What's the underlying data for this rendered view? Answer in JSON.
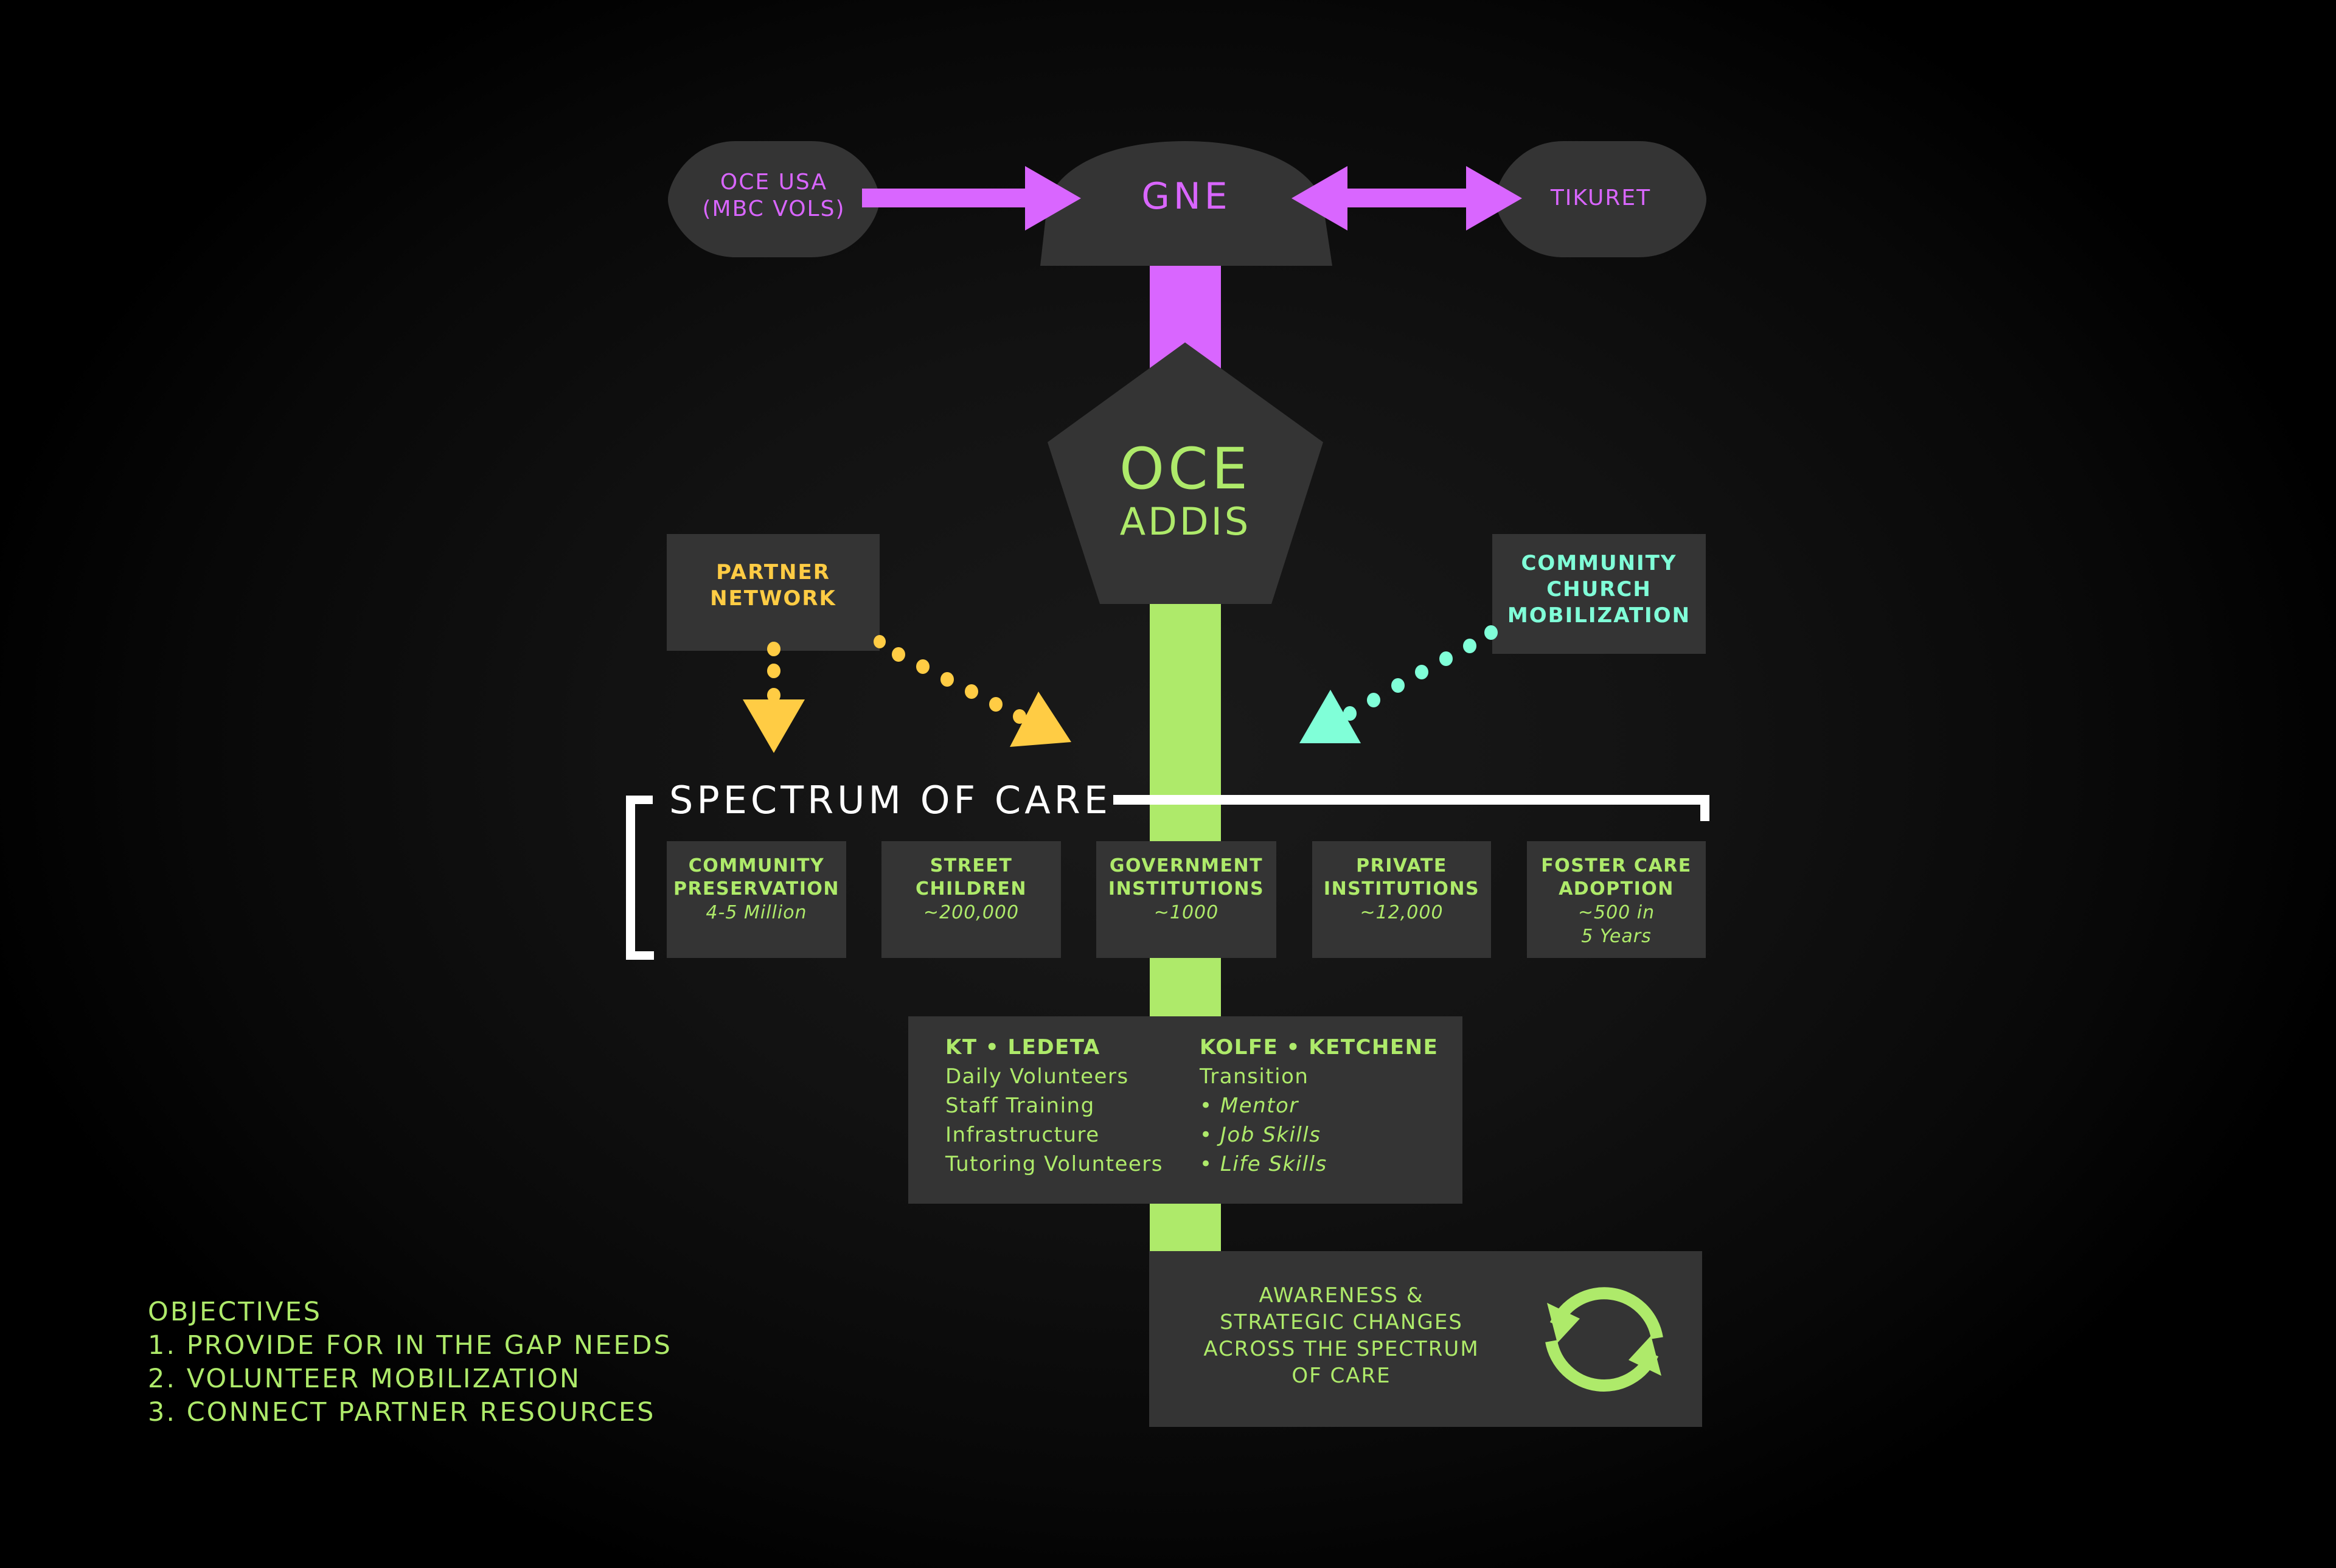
{
  "colors": {
    "background": "#121212",
    "box": "#343434",
    "purple": "#d966ff",
    "green": "#aeea6a",
    "yellow": "#ffcc44",
    "teal": "#80ffd8",
    "white": "#ffffff"
  },
  "top_row": {
    "oce_usa": {
      "line1": "OCE USA",
      "line2": "(MBC VOLS)"
    },
    "gne": {
      "label": "GNE"
    },
    "tikuret": {
      "label": "TIKURET"
    },
    "arrows": [
      {
        "from": "OCE USA",
        "to": "GNE",
        "direction": "one-way"
      },
      {
        "from": "GNE",
        "to": "TIKURET",
        "direction": "two-way"
      },
      {
        "from": "GNE",
        "to": "OCE ADDIS",
        "direction": "connector"
      }
    ]
  },
  "hub": {
    "line1": "OCE",
    "line2": "ADDIS"
  },
  "partner_network": {
    "line1": "PARTNER",
    "line2": "NETWORK",
    "icon": "dotted-arrow-triangle"
  },
  "community_church": {
    "line1": "COMMUNITY",
    "line2": "CHURCH",
    "line3": "MOBILIZATION",
    "icon": "dotted-arrow-triangle"
  },
  "spectrum": {
    "title": "SPECTRUM OF CARE",
    "cards": [
      {
        "line1": "COMMUNITY",
        "line2": "PRESERVATION",
        "value1": "4-5 Million",
        "value2": ""
      },
      {
        "line1": "STREET",
        "line2": "CHILDREN",
        "value1": "~200,000",
        "value2": ""
      },
      {
        "line1": "GOVERNMENT",
        "line2": "INSTITUTIONS",
        "value1": "~1000",
        "value2": ""
      },
      {
        "line1": "PRIVATE",
        "line2": "INSTITUTIONS",
        "value1": "~12,000",
        "value2": ""
      },
      {
        "line1": "FOSTER CARE",
        "line2": "ADOPTION",
        "value1": "~500 in",
        "value2": "5 Years"
      }
    ]
  },
  "programs": {
    "left": {
      "heading": "KT • LEDETA",
      "items": [
        "Daily Volunteers",
        "Staff Training",
        "Infrastructure",
        "Tutoring Volunteers"
      ]
    },
    "right": {
      "heading": "KOLFE • KETCHENE",
      "items": [
        "Transition",
        "• Mentor",
        "• Job Skills",
        "• Life Skills"
      ]
    }
  },
  "awareness": {
    "lines": [
      "AWARENESS &",
      "STRATEGIC CHANGES",
      "ACROSS THE SPECTRUM",
      "OF CARE"
    ],
    "icon": "refresh-cycle-icon"
  },
  "objectives": {
    "title": "OBJECTIVES",
    "items": [
      "1. PROVIDE FOR IN THE GAP NEEDS",
      "2. VOLUNTEER MOBILIZATION",
      "3. CONNECT PARTNER RESOURCES"
    ]
  }
}
